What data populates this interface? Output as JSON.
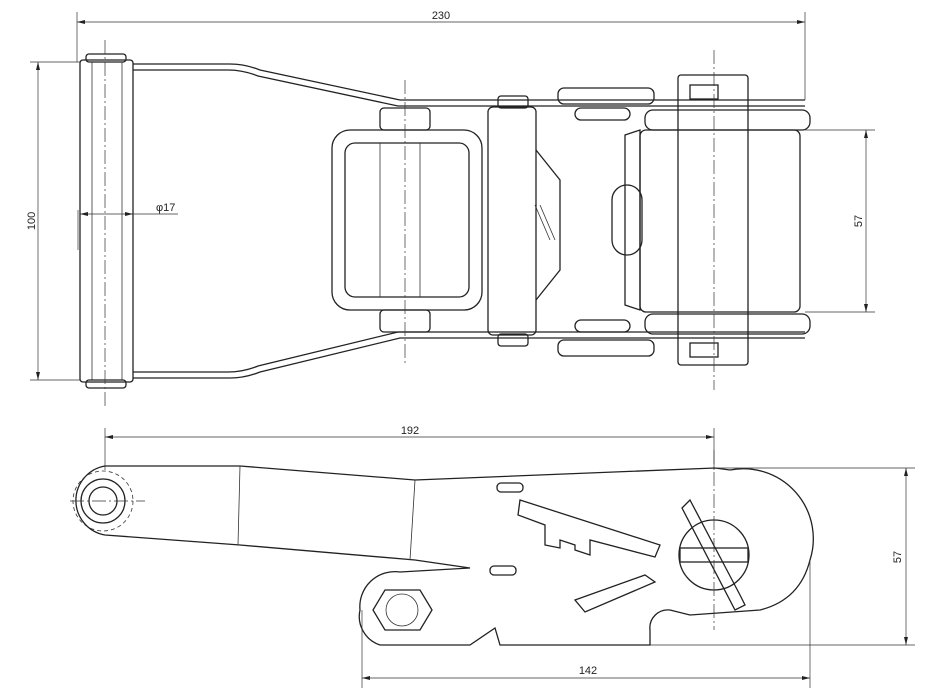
{
  "drawing": {
    "top_view": {
      "overall_length": "230",
      "overall_width": "100",
      "pin_diameter": "φ17",
      "webbing_width": "57"
    },
    "side_view": {
      "handle_length": "192",
      "height": "57",
      "base_length": "142"
    }
  }
}
